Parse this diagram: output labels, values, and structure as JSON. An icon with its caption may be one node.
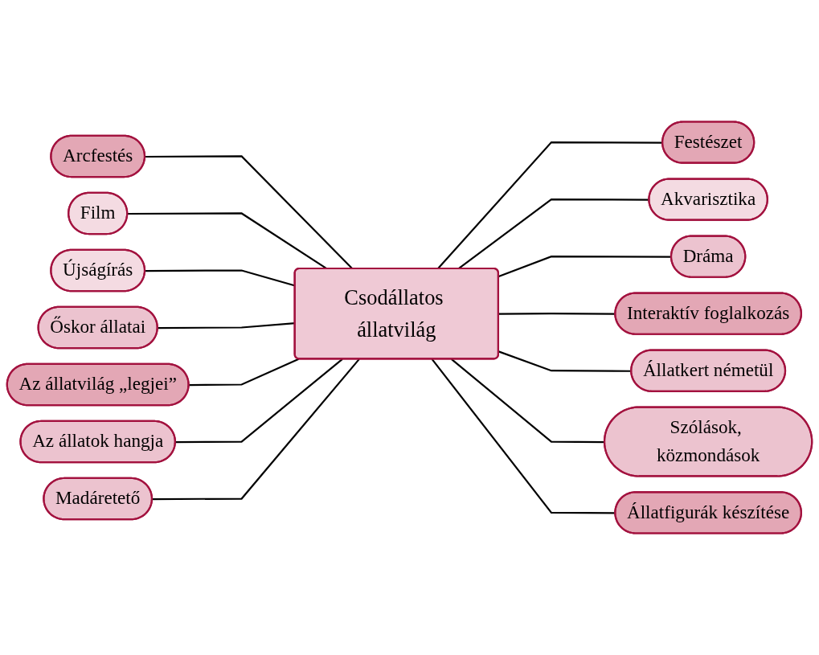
{
  "diagram": {
    "nodes": [
      {
        "text": [
          "Csodállatos állatvilág"
        ]
      },
      {
        "text": [
          "Festészet"
        ]
      },
      {
        "text": [
          "Akvarisztika"
        ]
      },
      {
        "text": [
          "Arcfestés"
        ]
      },
      {
        "text": [
          "Film"
        ]
      },
      {
        "text": [
          "Dráma"
        ]
      },
      {
        "text": [
          "Újságírás"
        ]
      },
      {
        "text": [
          "Interaktív foglalkozás"
        ]
      },
      {
        "text": [
          "Őskor állatai"
        ]
      },
      {
        "text": [
          "Állatkert németül"
        ]
      },
      {
        "text": [
          "Az állatvilág „legjei”"
        ]
      },
      {
        "text": [
          "Szólások, közmondások"
        ]
      },
      {
        "text": [
          "Az állatok hangja"
        ]
      },
      {
        "text": [
          "Állatfigurák készítése"
        ]
      },
      {
        "text": [
          "Madáretető"
        ]
      }
    ],
    "edges": [
      {
        "from": 0,
        "to": 1,
        "arrow": "none"
      },
      {
        "from": 0,
        "to": 2,
        "arrow": "none"
      },
      {
        "from": 3,
        "to": 0,
        "arrow": "none"
      },
      {
        "from": 4,
        "to": 0,
        "arrow": "none"
      },
      {
        "from": 0,
        "to": 5,
        "arrow": "none"
      },
      {
        "from": 6,
        "to": 0,
        "arrow": "none"
      },
      {
        "from": 0,
        "to": 7,
        "arrow": "none"
      },
      {
        "from": 8,
        "to": 0,
        "arrow": "none"
      },
      {
        "from": 0,
        "to": 9,
        "arrow": "none"
      },
      {
        "from": 10,
        "to": 0,
        "arrow": "none"
      },
      {
        "from": 0,
        "to": 11,
        "arrow": "none"
      },
      {
        "from": 12,
        "to": 0,
        "arrow": "none"
      },
      {
        "from": 0,
        "to": 13,
        "arrow": "none"
      },
      {
        "from": 14,
        "to": 0,
        "arrow": "none"
      }
    ]
  }
}
